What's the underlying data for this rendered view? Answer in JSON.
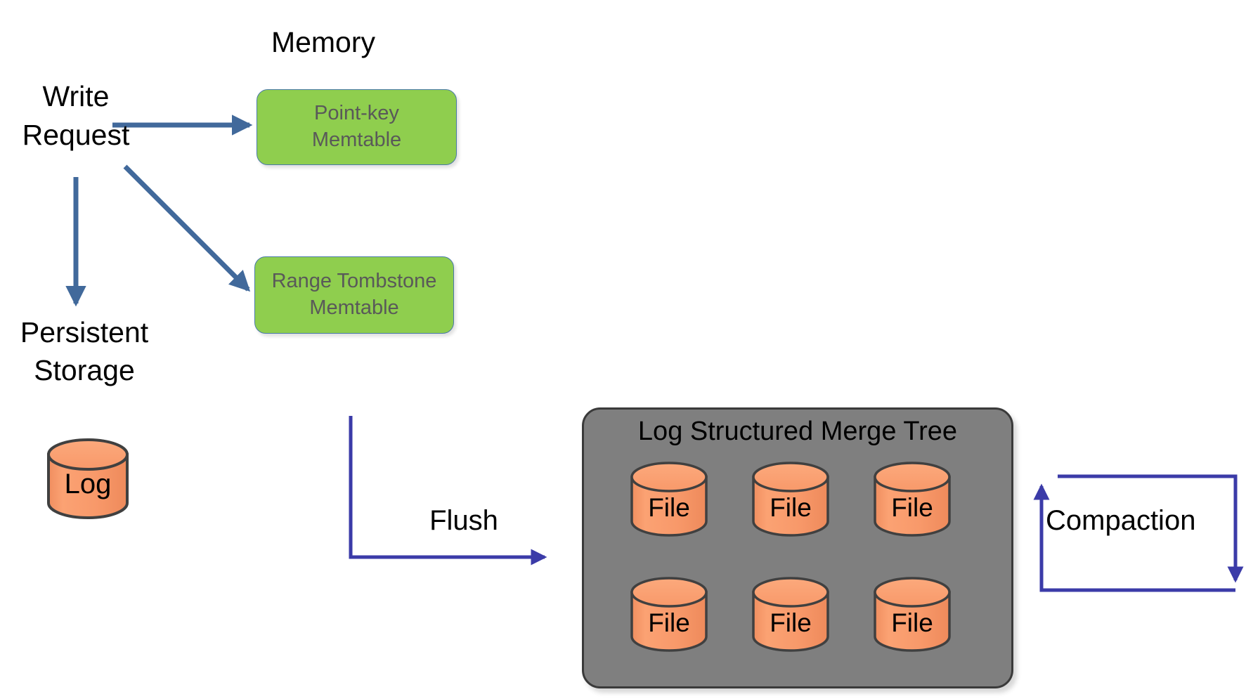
{
  "diagram": {
    "title_memory": "Memory",
    "write_request": "Write\nRequest",
    "persistent_storage": "Persistent\nStorage",
    "memtables": [
      {
        "id": "point-key",
        "label": "Point-key\nMemtable"
      },
      {
        "id": "range-tombstone",
        "label": "Range Tombstone\nMemtable"
      }
    ],
    "log_cylinder": {
      "label": "Log"
    },
    "lsm": {
      "title": "Log Structured Merge Tree",
      "files": [
        {
          "label": "File"
        },
        {
          "label": "File"
        },
        {
          "label": "File"
        },
        {
          "label": "File"
        },
        {
          "label": "File"
        },
        {
          "label": "File"
        }
      ]
    },
    "flows": [
      {
        "id": "write-to-point-key",
        "label": ""
      },
      {
        "id": "write-to-range-tombstone",
        "label": ""
      },
      {
        "id": "write-to-log",
        "label": ""
      },
      {
        "id": "flush",
        "label": "Flush"
      },
      {
        "id": "compaction",
        "label": "Compaction"
      }
    ],
    "flush_label": "Flush",
    "compaction_label": "Compaction",
    "colors": {
      "background": "#FFFFFF",
      "memtable_green": "#8FCE4E",
      "memtable_text": "#595959",
      "cylinder_orange": "#F8996A",
      "cylinder_outline": "#404040",
      "lsm_gray": "#7F7F7F",
      "lsm_outline": "#3A3A3A",
      "arrow_blue": "#41699B",
      "flow_blue": "#3B3BA8",
      "text_black": "#000000"
    }
  }
}
